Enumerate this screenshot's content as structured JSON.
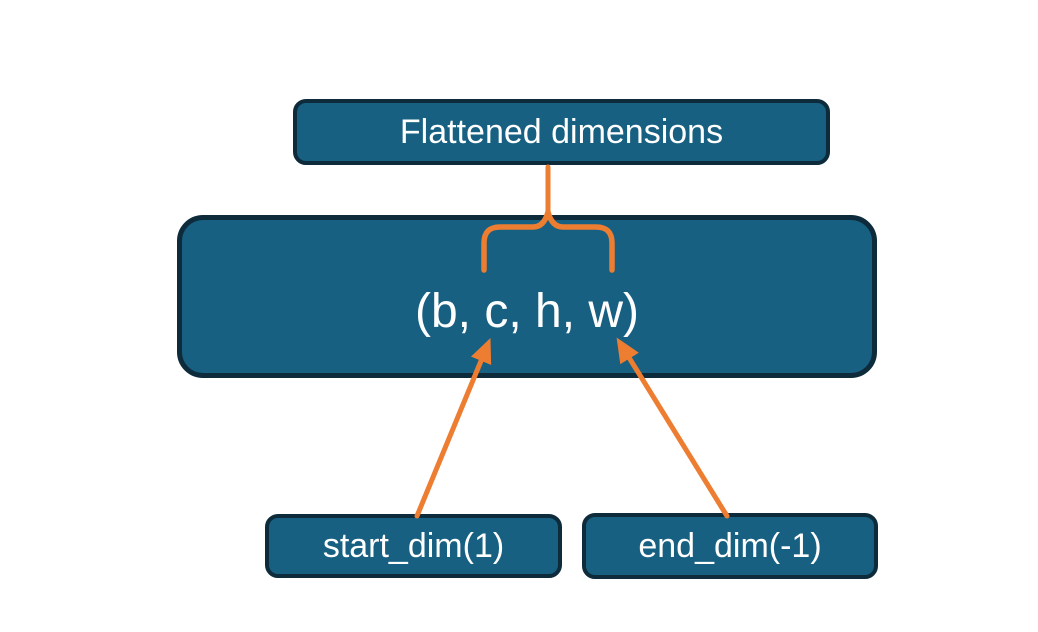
{
  "diagram": {
    "title_node": {
      "label": "Flattened dimensions"
    },
    "tensor_node": {
      "label": "(b, c, h, w)"
    },
    "start_dim_node": {
      "label": "start_dim(1)"
    },
    "end_dim_node": {
      "label": "end_dim(-1)"
    }
  },
  "colors": {
    "background": "#ffffff",
    "node_fill": "#176081",
    "node_border": "#0d2b3a",
    "accent_orange": "#ed7d31",
    "text": "#ffffff"
  }
}
